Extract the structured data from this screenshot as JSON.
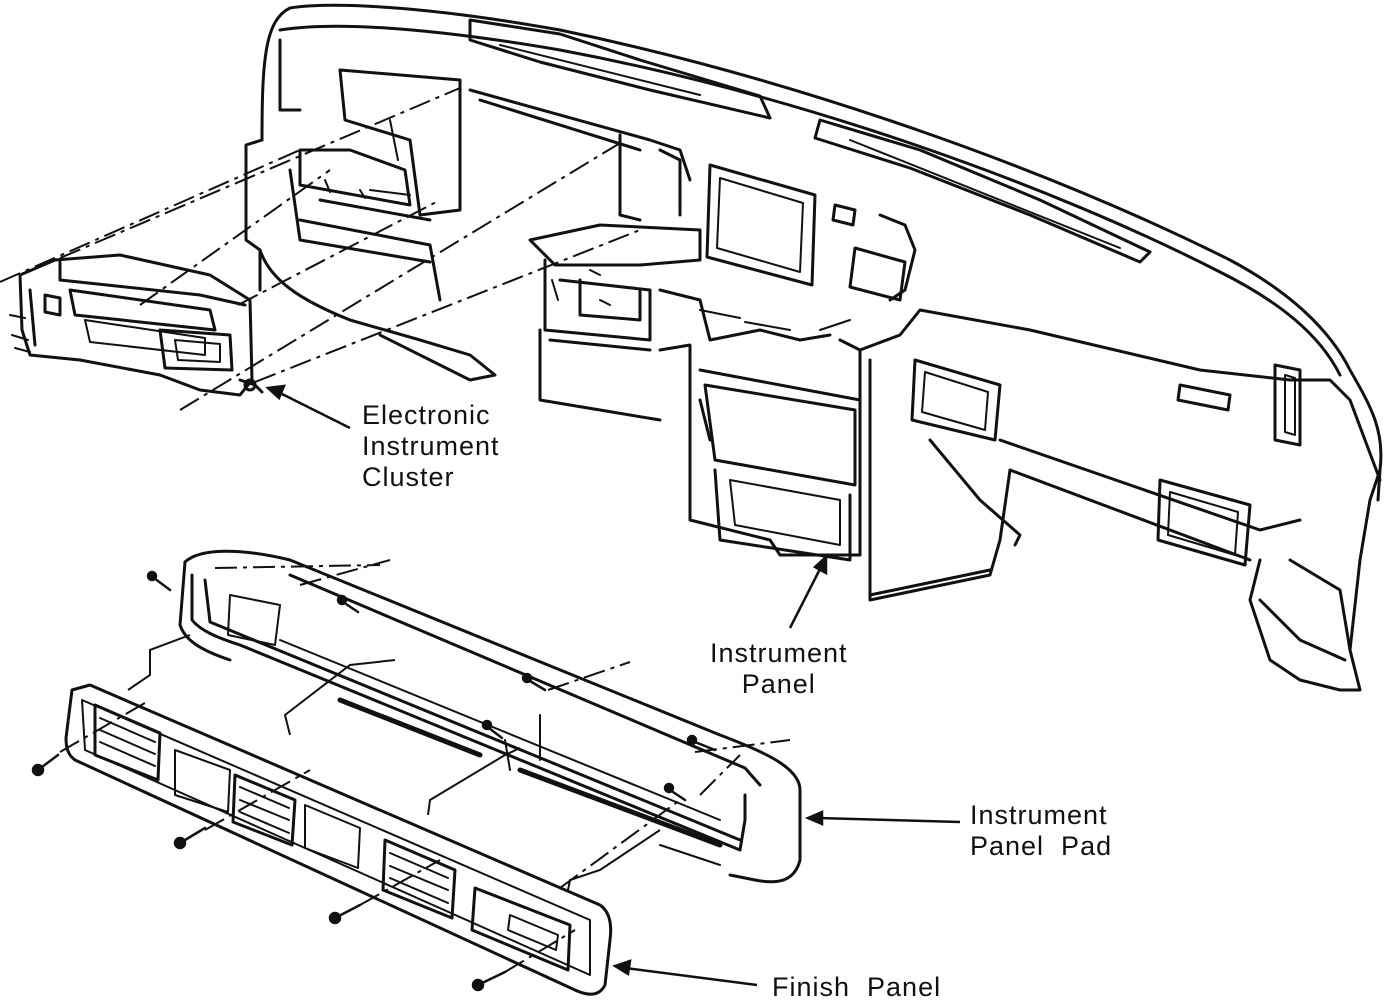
{
  "labels": {
    "electronic_instrument_cluster": [
      "Electronic",
      "Instrument",
      "Cluster"
    ],
    "instrument_panel": [
      "Instrument",
      "Panel"
    ],
    "instrument_panel_pad": [
      "Instrument",
      "Panel  Pad"
    ],
    "finish_panel": [
      "Finish  Panel"
    ]
  },
  "colors": {
    "ink": "#111111",
    "paper": "#ffffff"
  }
}
